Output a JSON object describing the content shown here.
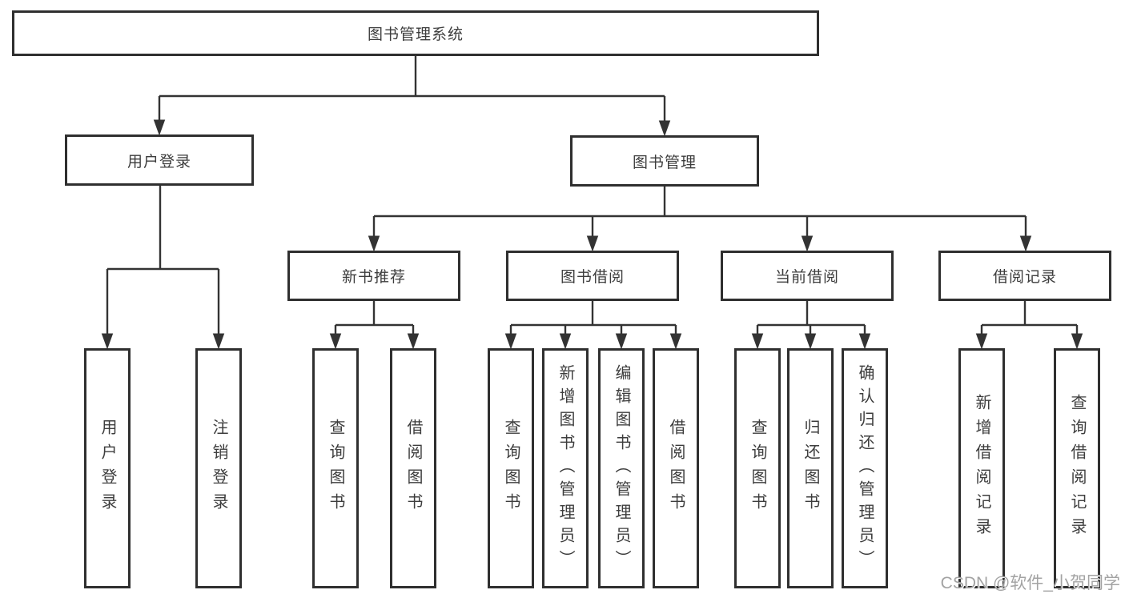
{
  "diagram": {
    "title": "图书管理系统",
    "watermark": "CSDN @软件_小贺同学",
    "colors": {
      "line": "#333333",
      "border": "#2f2f2f",
      "text": "#3d3d3d",
      "watermark": "#a3a3a3",
      "background": "#ffffff"
    },
    "root": {
      "label": "图书管理系统"
    },
    "level1": [
      {
        "label": "用户登录",
        "children": [
          {
            "label": "用户登录"
          },
          {
            "label": "注销登录"
          }
        ]
      },
      {
        "label": "图书管理",
        "children": [
          {
            "label": "新书推荐",
            "children": [
              {
                "label": "查询图书"
              },
              {
                "label": "借阅图书"
              }
            ]
          },
          {
            "label": "图书借阅",
            "children": [
              {
                "label": "查询图书"
              },
              {
                "label": "新增图书（管理员）"
              },
              {
                "label": "编辑图书（管理员）"
              },
              {
                "label": "借阅图书"
              }
            ]
          },
          {
            "label": "当前借阅",
            "children": [
              {
                "label": "查询图书"
              },
              {
                "label": "归还图书"
              },
              {
                "label": "确认归还（管理员）"
              }
            ]
          },
          {
            "label": "借阅记录",
            "children": [
              {
                "label": "新增借阅记录"
              },
              {
                "label": "查询借阅记录"
              }
            ]
          }
        ]
      }
    ]
  }
}
